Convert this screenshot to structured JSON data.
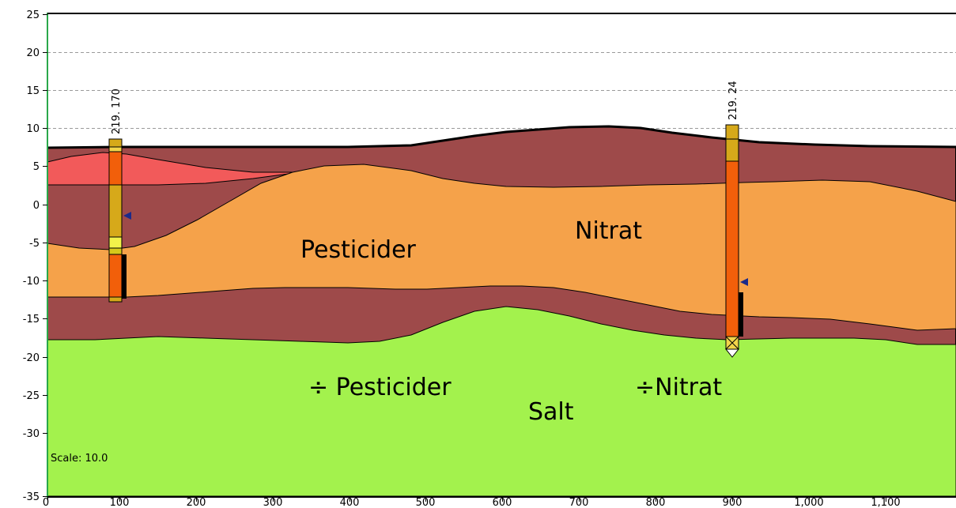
{
  "x_axis": {
    "ticks": [
      "0",
      "100",
      "200",
      "300",
      "400",
      "500",
      "600",
      "700",
      "800",
      "900",
      "1,000",
      "1,100"
    ]
  },
  "y_axis": {
    "ticks": [
      "25",
      "20",
      "15",
      "10",
      "5",
      "0",
      "-5",
      "-10",
      "-15",
      "-20",
      "-25",
      "-30",
      "-35"
    ]
  },
  "scale_text": "Scale: 10.0",
  "boreholes": [
    {
      "label": "219. 170"
    },
    {
      "label": "219. 24"
    }
  ],
  "zone_labels": {
    "pesticider": "Pesticider",
    "nitrat": "Nitrat",
    "no_pesticider": "÷ Pesticider",
    "no_nitrat": "÷Nitrat",
    "salt": "Salt"
  },
  "colors": {
    "clay": "#9e4a4a",
    "sand": "#f5a24a",
    "salt_water": "#a3f24d",
    "red_lens": "#f25a5a",
    "screen": "#f25f0a",
    "casing": "#d6a91a"
  }
}
